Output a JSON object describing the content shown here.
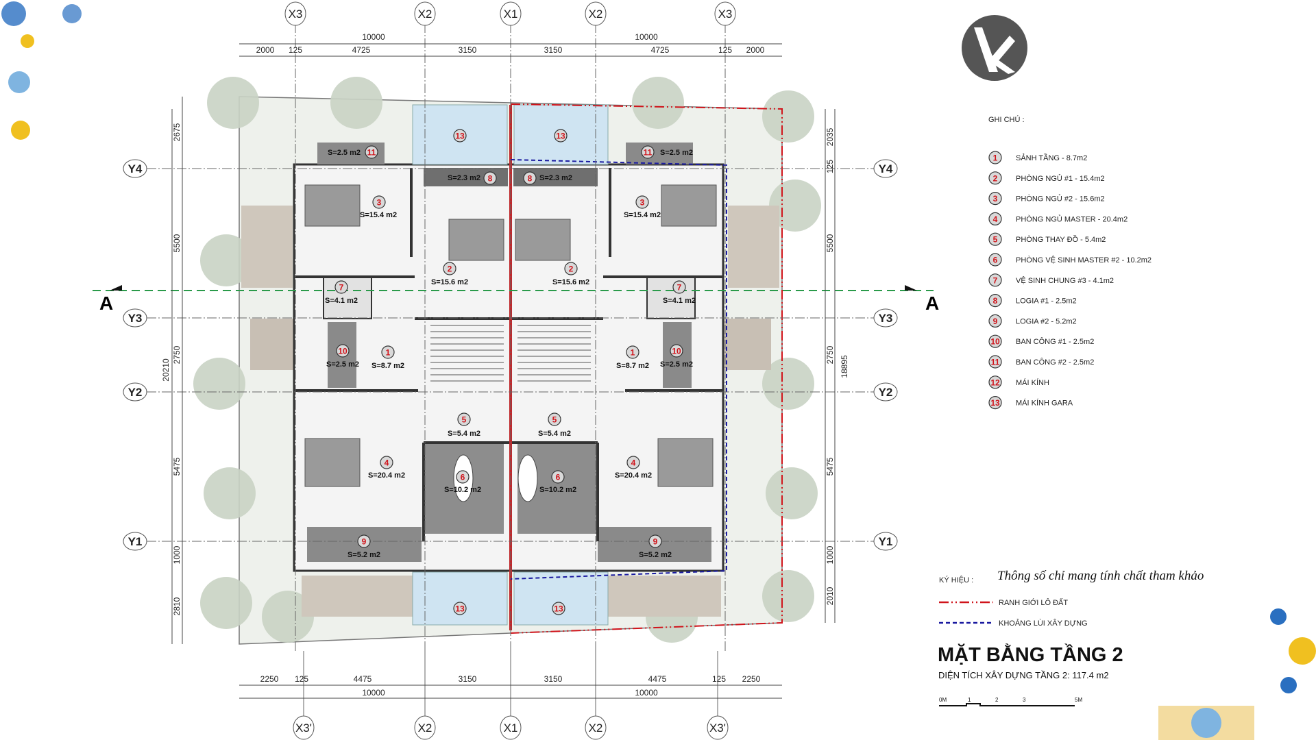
{
  "grid": {
    "top": [
      "X3",
      "X2",
      "X1",
      "X2",
      "X3"
    ],
    "bottom": [
      "X3'",
      "X2",
      "X1",
      "X2",
      "X3'"
    ],
    "left": [
      "Y4",
      "Y3",
      "Y2",
      "Y1"
    ],
    "right": [
      "Y4",
      "Y3",
      "Y2",
      "Y1"
    ]
  },
  "dimensions": {
    "top_total": [
      "10000",
      "10000"
    ],
    "top_parts": [
      "2000",
      "125",
      "4725",
      "3150",
      "3150",
      "4725",
      "125",
      "2000"
    ],
    "bottom_parts": [
      "2250",
      "125",
      "4475",
      "3150",
      "3150",
      "4475",
      "125",
      "2250"
    ],
    "bottom_total": [
      "10000",
      "10000"
    ],
    "left_parts": [
      "2675",
      "5500",
      "2750",
      "5475",
      "1000",
      "2810"
    ],
    "left_total": "20210",
    "right_parts": [
      "2035",
      "125",
      "5500",
      "2750",
      "5475",
      "1000",
      "2010"
    ],
    "right_total": "18895"
  },
  "section_marker": "A",
  "rooms": [
    {
      "num": "11",
      "area": "S=2.5 m2"
    },
    {
      "num": "11",
      "area": "S=2.5 m2"
    },
    {
      "num": "13",
      "area": ""
    },
    {
      "num": "13",
      "area": ""
    },
    {
      "num": "8",
      "area": "S=2.3 m2"
    },
    {
      "num": "8",
      "area": "S=2.3 m2"
    },
    {
      "num": "3",
      "area": "S=15.4 m2"
    },
    {
      "num": "3",
      "area": "S=15.4 m2"
    },
    {
      "num": "2",
      "area": "S=15.6 m2"
    },
    {
      "num": "2",
      "area": "S=15.6 m2"
    },
    {
      "num": "7",
      "area": "S=4.1 m2"
    },
    {
      "num": "7",
      "area": "S=4.1 m2"
    },
    {
      "num": "10",
      "area": "S=2.5 m2"
    },
    {
      "num": "10",
      "area": "S=2.5 m2"
    },
    {
      "num": "1",
      "area": "S=8.7 m2"
    },
    {
      "num": "1",
      "area": "S=8.7 m2"
    },
    {
      "num": "5",
      "area": "S=5.4 m2"
    },
    {
      "num": "5",
      "area": "S=5.4 m2"
    },
    {
      "num": "4",
      "area": "S=20.4 m2"
    },
    {
      "num": "4",
      "area": "S=20.4 m2"
    },
    {
      "num": "6",
      "area": "S=10.2 m2"
    },
    {
      "num": "6",
      "area": "S=10.2 m2"
    },
    {
      "num": "9",
      "area": "S=5.2 m2"
    },
    {
      "num": "9",
      "area": "S=5.2 m2"
    },
    {
      "num": "13",
      "area": ""
    },
    {
      "num": "13",
      "area": ""
    }
  ],
  "notes": {
    "title": "GHI CHÚ :",
    "items": [
      {
        "num": "1",
        "label": "SẢNH TẦNG - 8.7m2"
      },
      {
        "num": "2",
        "label": "PHÒNG NGỦ #1 - 15.4m2"
      },
      {
        "num": "3",
        "label": "PHÒNG NGỦ #2 - 15.6m2"
      },
      {
        "num": "4",
        "label": "PHÒNG NGỦ MASTER  - 20.4m2"
      },
      {
        "num": "5",
        "label": "PHÒNG THAY ĐỒ - 5.4m2"
      },
      {
        "num": "6",
        "label": "PHÒNG VỆ SINH  MASTER #2 - 10.2m2"
      },
      {
        "num": "7",
        "label": "VỆ SINH CHUNG #3 - 4.1m2"
      },
      {
        "num": "8",
        "label": "LOGIA #1 - 2.5m2"
      },
      {
        "num": "9",
        "label": "LOGIA #2 - 5.2m2"
      },
      {
        "num": "10",
        "label": "BAN CÔNG #1 - 2.5m2"
      },
      {
        "num": "11",
        "label": "BAN CÔNG #2 - 2.5m2"
      },
      {
        "num": "12",
        "label": "MÁI KÍNH"
      },
      {
        "num": "13",
        "label": "MÁI KÍNH GARA"
      }
    ]
  },
  "symbols": {
    "title": "KÝ HIỆU :",
    "note": "Thông số chỉ mang tính chất tham khảo",
    "items": [
      {
        "label": "RANH GIỚI LÔ ĐẤT",
        "color": "#d0141b",
        "style": "dash-dot"
      },
      {
        "label": "KHOẢNG LÙI XÂY DỰNG",
        "color": "#1a1aa0",
        "style": "dashed"
      }
    ]
  },
  "plan_title": "MẶT BẰNG TẦNG 2",
  "plan_subtitle": "DIỆN TÍCH XÂY DỰNG TẦNG 2: 117.4 m2",
  "scale_bar": [
    "0M",
    "1",
    "2",
    "3",
    "5M"
  ],
  "colors": {
    "room_number": "#d0141b",
    "boundary": "#d0141b",
    "setback": "#1a1aa0",
    "section_line": "#2a9a4a",
    "glass": "#cfe4f2"
  }
}
